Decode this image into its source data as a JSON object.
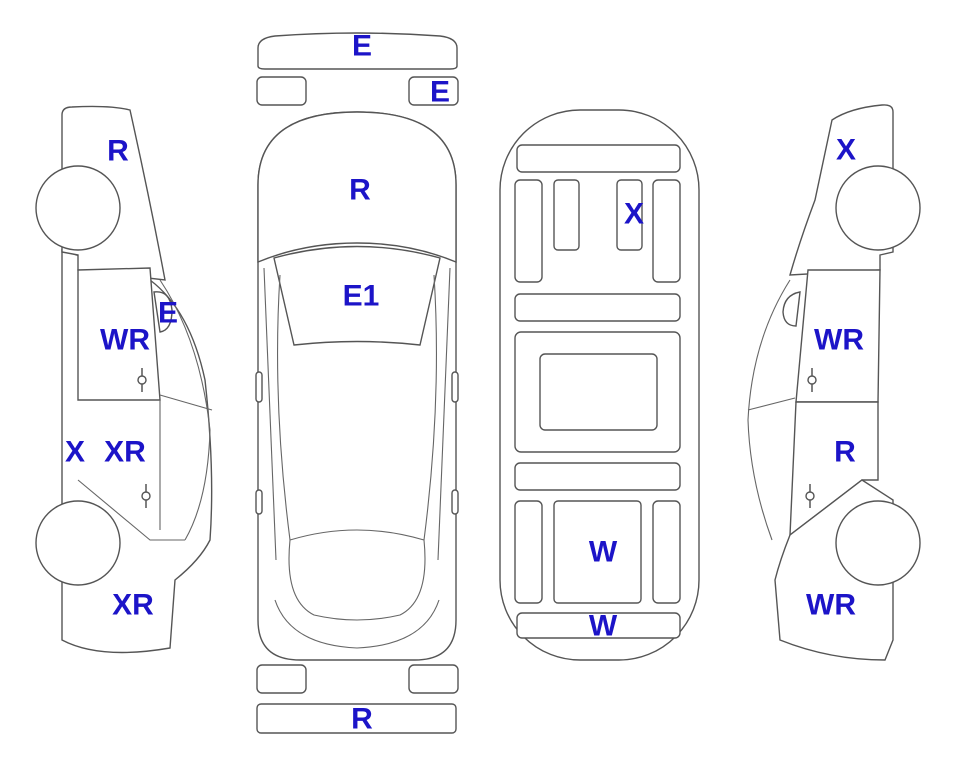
{
  "colors": {
    "orange": "#F9A62E",
    "light_blue": "#E2F4FA",
    "label": "#1C14C8",
    "outline": "#555555",
    "white": "#FFFFFF"
  },
  "labels": {
    "front_bumper": "E",
    "right_headlamp": "E",
    "roof": "R",
    "windshield": "E1",
    "rear_bumper": "R",
    "left_front_fender": "R",
    "left_mirror": "E",
    "left_front_door": "WR",
    "left_rocker": "X",
    "left_rear_door": "XR",
    "left_rear_quarter": "XR",
    "floor_front_panel": "X",
    "floor_rear_panel": "W",
    "floor_rear_sill": "W",
    "right_front_fender": "X",
    "right_front_door": "WR",
    "right_rear_door": "R",
    "right_rear_quarter": "WR"
  }
}
